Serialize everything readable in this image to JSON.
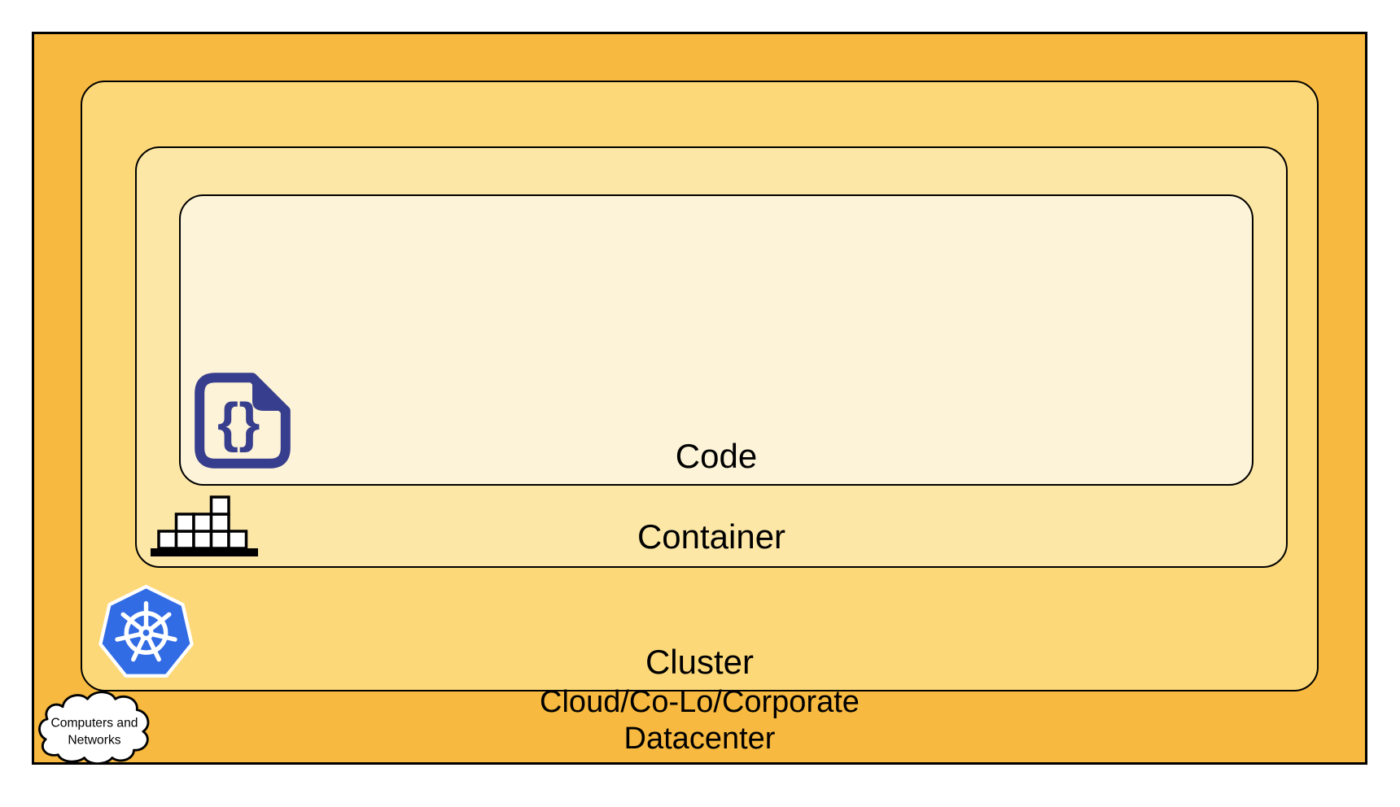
{
  "diagram": {
    "description_layers_inner_to_outer": [
      "Code",
      "Container",
      "Cluster",
      "Cloud/Co-Lo/Corporate Datacenter"
    ],
    "layers": {
      "code": {
        "label": "Code",
        "fill": "#FDF3D8",
        "icon": "code-file-icon"
      },
      "container": {
        "label": "Container",
        "fill": "#FCE7A6",
        "icon": "container-blocks-icon"
      },
      "cluster": {
        "label": "Cluster",
        "fill": "#FCD878",
        "icon": "kubernetes-icon"
      },
      "datacenter": {
        "label_line1": "Cloud/Co-Lo/Corporate",
        "label_line2": "Datacenter",
        "fill": "#F7B93F",
        "icon": "cloud-icon"
      }
    },
    "cloud_callout": {
      "label_line1": "Computers and",
      "label_line2": "Networks",
      "fill": "#FFFFFF"
    },
    "icons": {
      "code": "code-file-icon",
      "container": "container-blocks-icon",
      "cluster": "kubernetes-icon",
      "network": "cloud-icon"
    },
    "code_icon_glyph": "{}",
    "colors": {
      "border": "#000000",
      "code_icon_indigo": "#373E8D",
      "kubernetes_blue": "#326CE5",
      "block_fill": "#FFFFFF",
      "cloud_fill": "#FFFFFF",
      "text": "#000000"
    }
  }
}
